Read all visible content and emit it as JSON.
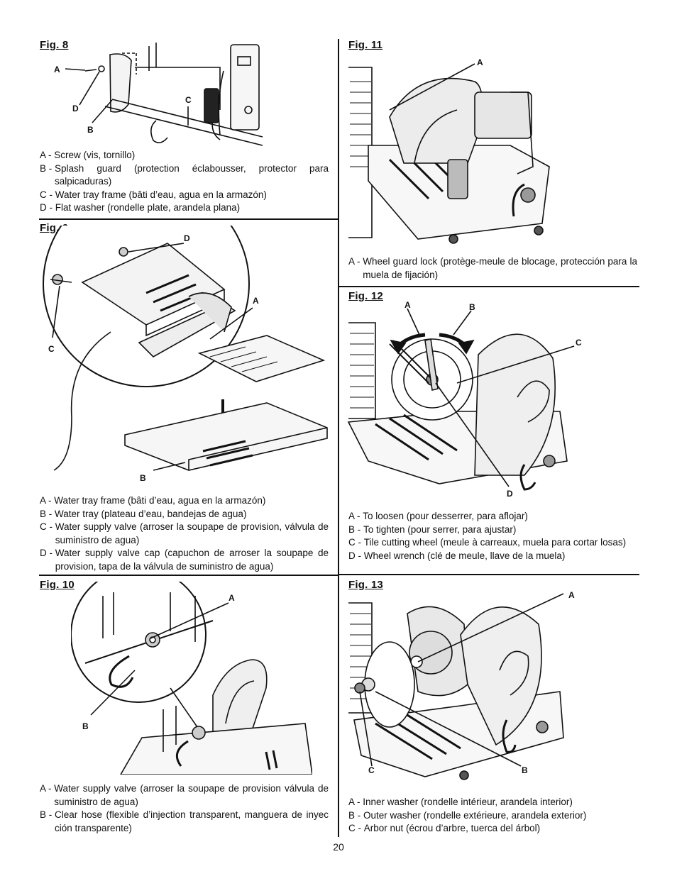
{
  "page_number": "20",
  "figures": {
    "fig8": {
      "title": "Fig. 8",
      "labels": {
        "a": "A",
        "b": "B",
        "c": "C",
        "d": "D"
      },
      "captions": [
        {
          "key": "A - ",
          "text": "Screw (vis, tornillo)"
        },
        {
          "key": "B - ",
          "text": "Splash guard (protection éclabousser, protector para salpicaduras)"
        },
        {
          "key": "C - ",
          "text": "Water tray frame (bâti d’eau, agua en la armazón)"
        },
        {
          "key": "D - ",
          "text": "Flat washer (rondelle plate, arandela plana)"
        }
      ]
    },
    "fig9": {
      "title": "Fig. 9",
      "labels": {
        "a": "A",
        "b": "B",
        "c": "C",
        "d": "D"
      },
      "captions": [
        {
          "key": "A - ",
          "text": "Water tray frame (bâti d’eau, agua en la armazón)"
        },
        {
          "key": "B - ",
          "text": "Water tray (plateau d’eau, bandejas de agua)"
        },
        {
          "key": "C - ",
          "text": "Water supply valve (arroser la soupape de provision, válvula de suministro de agua)"
        },
        {
          "key": "D - ",
          "text": "Water supply valve cap (capuchon de arroser la soupape de provision, tapa de la válvula de suministro de agua)"
        }
      ]
    },
    "fig10": {
      "title": "Fig. 10",
      "labels": {
        "a": "A",
        "b": "B"
      },
      "captions": [
        {
          "key": "A - ",
          "text": "Water supply valve (arroser la soupape de provision válvula de suministro de agua)"
        },
        {
          "key": "B - ",
          "text": "Clear hose (flexible d’injection transparent, manguera de inyec ción transparente)"
        }
      ]
    },
    "fig11": {
      "title": "Fig. 11",
      "labels": {
        "a": "A"
      },
      "captions": [
        {
          "key": "A - ",
          "text": "Wheel guard lock (protège-meule de blocage, protección para la muela de fijación)"
        }
      ]
    },
    "fig12": {
      "title": "Fig. 12",
      "labels": {
        "a": "A",
        "b": "B",
        "c": "C",
        "d": "D"
      },
      "captions": [
        {
          "key": "A - ",
          "text": "To loosen (pour desserrer, para aflojar)"
        },
        {
          "key": "B - ",
          "text": "To tighten (pour serrer, para ajustar)"
        },
        {
          "key": "C - ",
          "text": "Tile cutting wheel (meule à carreaux, muela para cortar losas)"
        },
        {
          "key": "D - ",
          "text": "Wheel wrench (clé de meule, llave de la muela)"
        }
      ]
    },
    "fig13": {
      "title": "Fig. 13",
      "labels": {
        "a": "A",
        "b": "B",
        "c": "C"
      },
      "captions": [
        {
          "key": "A - ",
          "text": "Inner washer (rondelle intérieur, arandela interior)"
        },
        {
          "key": "B - ",
          "text": "Outer washer (rondelle extérieure, arandela exterior)"
        },
        {
          "key": "C - ",
          "text": "Arbor nut (écrou d’arbre, tuerca del árbol)"
        }
      ]
    }
  }
}
